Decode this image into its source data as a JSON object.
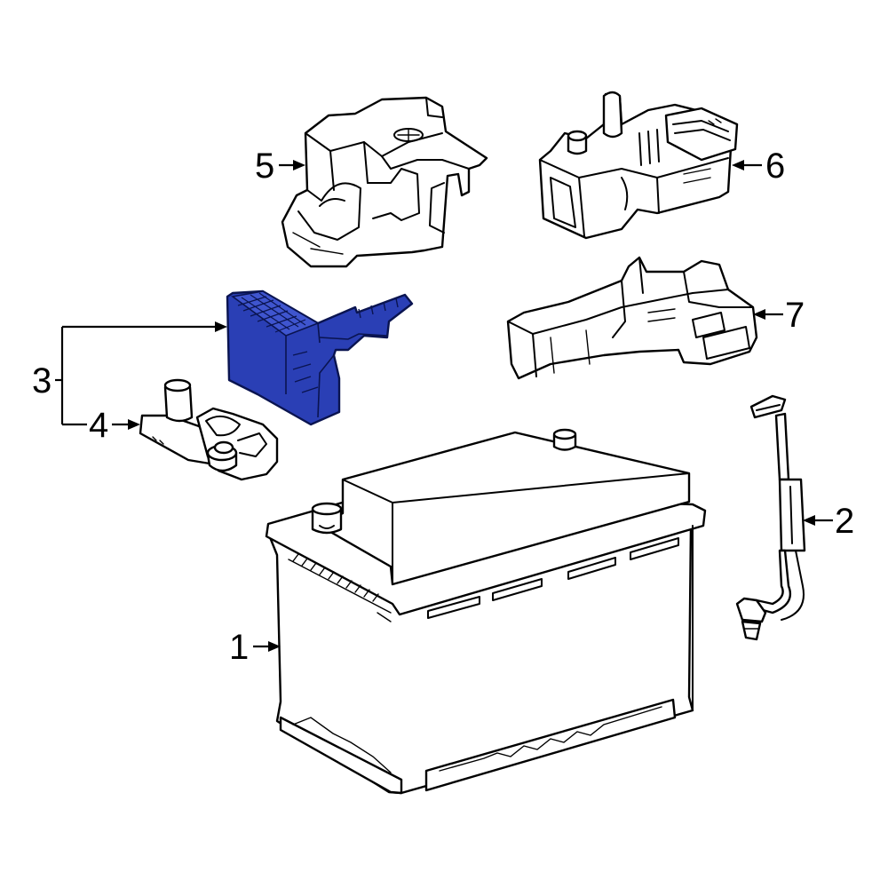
{
  "callouts": {
    "c1": "1",
    "c2": "2",
    "c3": "3",
    "c4": "4",
    "c5": "5",
    "c6": "6",
    "c7": "7"
  },
  "colors": {
    "highlight_fill": "#2a3fb5",
    "highlight_stroke": "#0a1450",
    "line": "#000000",
    "background": "#ffffff"
  },
  "highlighted_part": "3"
}
